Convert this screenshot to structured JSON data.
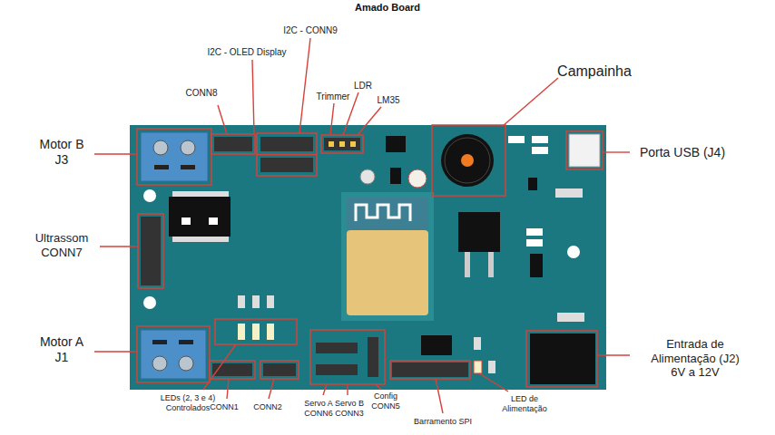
{
  "diagram": {
    "title": "Amado Board",
    "labels": [
      "CONN8",
      "I2C - OLED Display",
      "I2C - CONN9",
      "Trimmer",
      "LDR",
      "LM35",
      "Campainha",
      "Motor B J3",
      "Porta USB (J4)",
      "Ultrassom CONN7",
      "Motor A J1",
      "Entrada de Alimentação (J2) 6V a 12V",
      "LEDs (2, 3 e 4) Controlados",
      "CONN1",
      "CONN2",
      "Servo A CONN6",
      "Servo B CONN3",
      "Config CONN5",
      "Barramento SPI",
      "LED de Alimentação"
    ]
  }
}
